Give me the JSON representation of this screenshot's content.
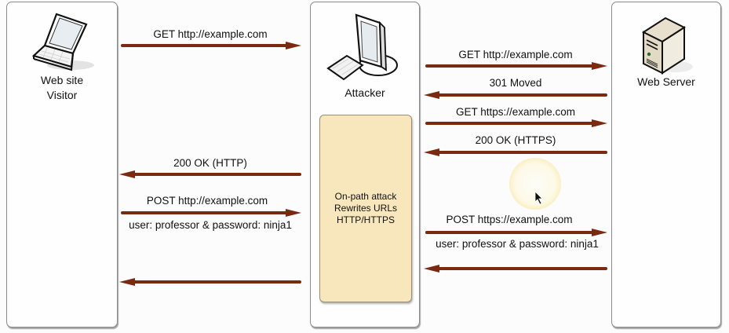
{
  "nodes": {
    "visitor": {
      "label_line1": "Web site",
      "label_line2": "Visitor",
      "icon": "laptop-icon"
    },
    "attacker": {
      "label": "Attacker",
      "icon": "desktop-computer-icon"
    },
    "server": {
      "label": "Web Server",
      "icon": "server-tower-icon"
    }
  },
  "callout": {
    "line1": "On-path attack",
    "line2": "Rewrites URLs",
    "line3": "HTTP/HTTPS"
  },
  "left_messages": [
    {
      "label": "GET http://example.com",
      "direction": "right"
    },
    {
      "label": "200 OK (HTTP)",
      "direction": "left"
    },
    {
      "label": "POST http://example.com",
      "sublabel": "user: professor & password: ninja1",
      "direction": "right"
    },
    {
      "label": "",
      "direction": "left"
    }
  ],
  "right_messages": [
    {
      "label": "GET http://example.com",
      "direction": "right"
    },
    {
      "label": "301 Moved",
      "direction": "left"
    },
    {
      "label": "GET https://example.com",
      "direction": "right"
    },
    {
      "label": "200 OK (HTTPS)",
      "direction": "left"
    },
    {
      "label": "POST https://example.com",
      "sublabel": "user: professor & password: ninja1",
      "direction": "right"
    },
    {
      "label": "",
      "direction": "left"
    }
  ],
  "colors": {
    "arrow": "#7b2a12",
    "callout_fill": "#f8e7bd"
  }
}
